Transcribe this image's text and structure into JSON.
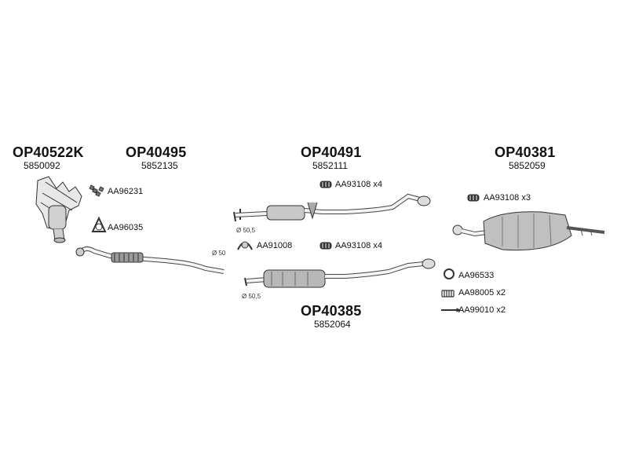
{
  "parts": [
    {
      "code": "OP40522K",
      "number": "5850092"
    },
    {
      "code": "OP40495",
      "number": "5852135"
    },
    {
      "code": "OP40491",
      "number": "5852111"
    },
    {
      "code": "OP40381",
      "number": "5852059"
    },
    {
      "code": "OP40385",
      "number": "5852064"
    }
  ],
  "accessories": [
    {
      "label": "AA96231"
    },
    {
      "label": "AA96035"
    },
    {
      "label": "AA93108 x4"
    },
    {
      "label": "AA91008"
    },
    {
      "label": "AA93108 x4"
    },
    {
      "label": "AA93108 x3"
    },
    {
      "label": "AA96533"
    },
    {
      "label": "AA98005 x2"
    },
    {
      "label": "AA99010 x2"
    }
  ],
  "dimensions": [
    {
      "label": "Ø 50"
    },
    {
      "label": "Ø 50,5"
    },
    {
      "label": "Ø 50,5"
    }
  ]
}
